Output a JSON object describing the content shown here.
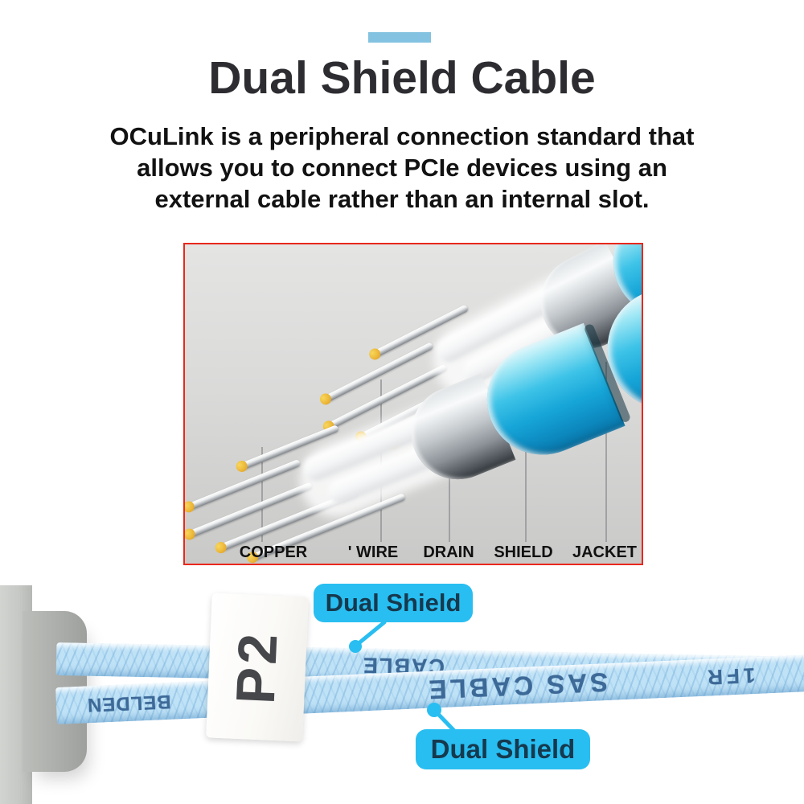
{
  "header": {
    "accent_color": "#84C2E1",
    "title": "Dual Shield Cable",
    "description_lines": [
      "OCuLink is a peripheral connection standard that",
      "allows you to connect PCIe devices using an",
      "external cable rather than an internal slot."
    ]
  },
  "diagram": {
    "border_color": "#E8281C",
    "part_labels": [
      "COPPER",
      "' WIRE",
      "DRAIN",
      "SHIELD",
      "JACKET"
    ],
    "jacket_color": "#17A6D8",
    "copper_tip_color": "#ECB83A"
  },
  "photo": {
    "connector_label": "P2",
    "cable_color": "#BFE2F6",
    "print_color": "#2D5A8C",
    "cable_prints": {
      "top": "CABLE",
      "bottom_left": "BELDEN",
      "bottom_mid": "SAS CABLE",
      "bottom_right": "1FR"
    },
    "callout_color": "#29BEF1",
    "callouts": [
      {
        "label": "Dual Shield"
      },
      {
        "label": "Dual Shield"
      }
    ]
  }
}
